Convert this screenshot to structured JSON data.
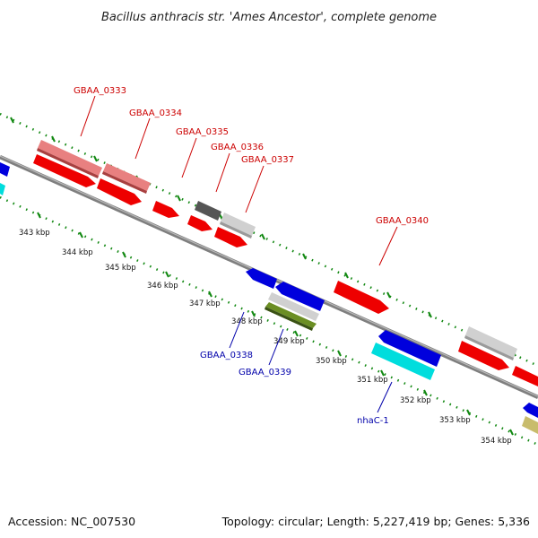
{
  "title": "Bacillus anthracis str. 'Ames Ancestor', complete genome",
  "footer": {
    "accession": "Accession: NC_007530",
    "summary": "Topology: circular; Length: 5,227,419 bp; Genes: 5,336"
  },
  "colors": {
    "forward_label": "#cc0000",
    "reverse_label": "#0000aa",
    "tick": "#118811",
    "backbone": "#7f7f7f"
  },
  "scale": {
    "unit": "kbp",
    "labels": [
      "343 kbp",
      "344 kbp",
      "345 kbp",
      "346 kbp",
      "347 kbp",
      "348 kbp",
      "349 kbp",
      "350 kbp",
      "351 kbp",
      "352 kbp",
      "353 kbp",
      "354 kbp"
    ]
  },
  "gene_labels": [
    {
      "name": "GBAA_0333",
      "strand": "forward"
    },
    {
      "name": "GBAA_0334",
      "strand": "forward"
    },
    {
      "name": "GBAA_0335",
      "strand": "forward"
    },
    {
      "name": "GBAA_0336",
      "strand": "forward"
    },
    {
      "name": "GBAA_0337",
      "strand": "forward"
    },
    {
      "name": "GBAA_0340",
      "strand": "forward"
    },
    {
      "name": "GBAA_0338",
      "strand": "reverse"
    },
    {
      "name": "GBAA_0339",
      "strand": "reverse"
    },
    {
      "name": "nhaC-1",
      "strand": "reverse"
    }
  ]
}
